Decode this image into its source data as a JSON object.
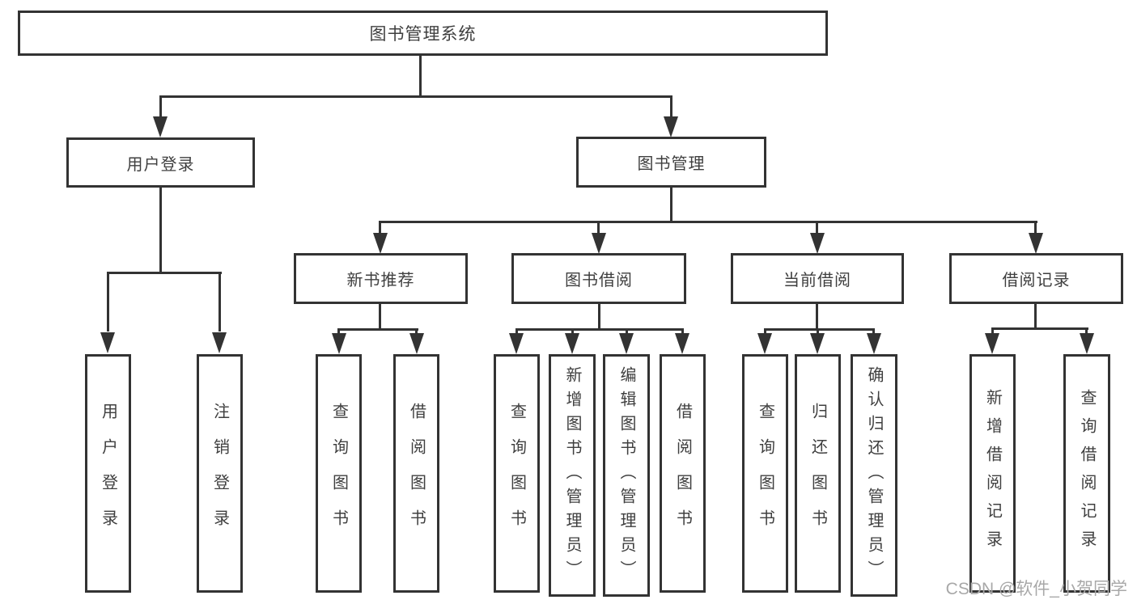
{
  "diagram_type": "hierarchy-tree",
  "tree": {
    "root": {
      "label": "图书管理系统"
    },
    "branches": [
      {
        "label": "用户登录",
        "leaves": [
          {
            "label": "用户登录"
          },
          {
            "label": "注销登录"
          }
        ]
      },
      {
        "label": "图书管理",
        "sections": [
          {
            "label": "新书推荐",
            "leaves": [
              {
                "label": "查询图书"
              },
              {
                "label": "借阅图书"
              }
            ]
          },
          {
            "label": "图书借阅",
            "leaves": [
              {
                "label": "查询图书"
              },
              {
                "label": "新增图书（管理员）"
              },
              {
                "label": "编辑图书（管理员）"
              },
              {
                "label": "借阅图书"
              }
            ]
          },
          {
            "label": "当前借阅",
            "leaves": [
              {
                "label": "查询图书"
              },
              {
                "label": "归还图书"
              },
              {
                "label": "确认归还（管理员）"
              }
            ]
          },
          {
            "label": "借阅记录",
            "leaves": [
              {
                "label": "新增借阅记录"
              },
              {
                "label": "查询借阅记录"
              }
            ]
          }
        ]
      }
    ]
  },
  "watermark": {
    "text": "CSDN @软件_小贺同学"
  },
  "colors": {
    "line": "#333333",
    "text": "#3f3f3f",
    "box_background": "#ffffff",
    "page_background": "#ffffff",
    "watermark": "#a8a8a8"
  }
}
